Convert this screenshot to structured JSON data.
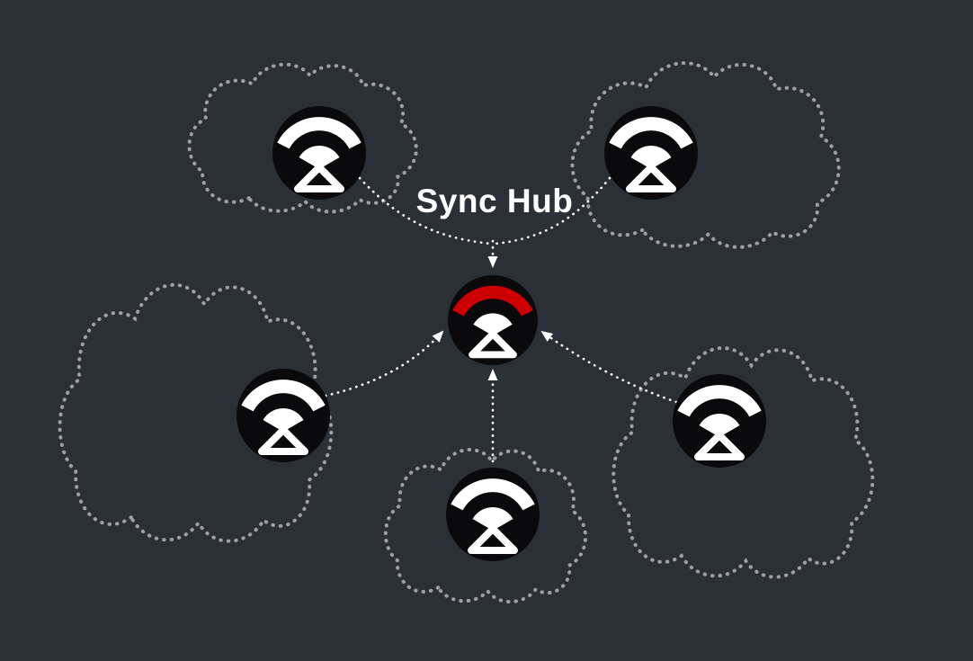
{
  "diagram": {
    "title": "Sync Hub",
    "background": "#2b3036",
    "colors": {
      "cloud_outline": "#9d9fa2",
      "node_fill": "#0a0a0c",
      "icon": "#ffffff",
      "hub_accent": "#cc0000",
      "arrow": "#ffffff",
      "title_text": "#ffffff"
    },
    "hub": {
      "id": "hub",
      "label": "Sync Hub",
      "icon": "sync-device-icon"
    },
    "satellites": [
      {
        "id": "top-left",
        "icon": "sync-device-icon",
        "container": "dotted-cloud"
      },
      {
        "id": "top-right",
        "icon": "sync-device-icon",
        "container": "dotted-cloud"
      },
      {
        "id": "mid-left",
        "icon": "sync-device-icon",
        "container": "dotted-cloud"
      },
      {
        "id": "bottom-center",
        "icon": "sync-device-icon",
        "container": "dotted-cloud"
      },
      {
        "id": "mid-right",
        "icon": "sync-device-icon",
        "container": "dotted-cloud"
      }
    ],
    "connections": [
      {
        "from": "top-left",
        "to": "hub",
        "style": "dotted-arrow"
      },
      {
        "from": "top-right",
        "to": "hub",
        "style": "dotted-arrow"
      },
      {
        "from": "mid-left",
        "to": "hub",
        "style": "dotted-arrow"
      },
      {
        "from": "bottom-center",
        "to": "hub",
        "style": "dotted-arrow"
      },
      {
        "from": "mid-right",
        "to": "hub",
        "style": "dotted-arrow"
      }
    ]
  }
}
